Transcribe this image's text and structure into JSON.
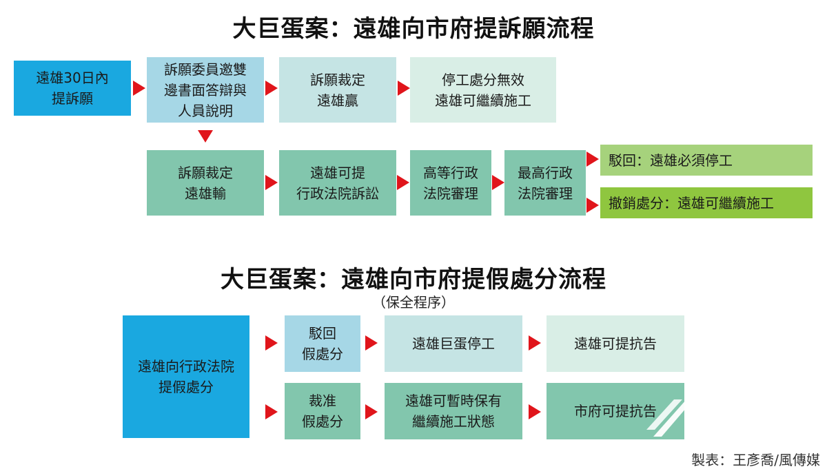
{
  "diagram1": {
    "title": "大巨蛋案：遠雄向市府提訴願流程",
    "nodes": {
      "start": [
        "遠雄30日內",
        "提訴願"
      ],
      "committee": [
        "訴願委員邀雙",
        "邊書面答辯與",
        "人員說明"
      ],
      "win": [
        "訴願裁定",
        "遠雄贏"
      ],
      "win_result": [
        "停工處分無效",
        "遠雄可繼續施工"
      ],
      "lose": [
        "訴願裁定",
        "遠雄輸"
      ],
      "admin_court": [
        "遠雄可提",
        "行政法院訴訟"
      ],
      "high_court": [
        "高等行政",
        "法院審理"
      ],
      "supreme_court": [
        "最高行政",
        "法院審理"
      ],
      "rejected": "駁回：遠雄必須停工",
      "revoked": "撤銷處分：遠雄可繼續施工"
    }
  },
  "diagram2": {
    "title": "大巨蛋案：遠雄向市府提假處分流程",
    "subtitle": "（保全程序）",
    "nodes": {
      "start": [
        "遠雄向行政法院",
        "提假處分"
      ],
      "reject": [
        "駁回",
        "假處分"
      ],
      "stop": "遠雄巨蛋停工",
      "appeal_a": "遠雄可提抗告",
      "approve": [
        "裁准",
        "假處分"
      ],
      "continue": [
        "遠雄可暫時保有",
        "繼續施工狀態"
      ],
      "appeal_b": "市府可提抗告"
    }
  },
  "credit": "製表：王彥喬/風傳媒",
  "colors": {
    "arrow": "#e0151b",
    "start_box": "#1aa8e0",
    "committee_box": "#a6d7e6",
    "pale_box": "#c5e4e4",
    "palest_box": "#d9eee6",
    "teal_box": "#82c6ad",
    "green_box": "#a6d27c",
    "bright_green_box": "#8fc63f"
  }
}
